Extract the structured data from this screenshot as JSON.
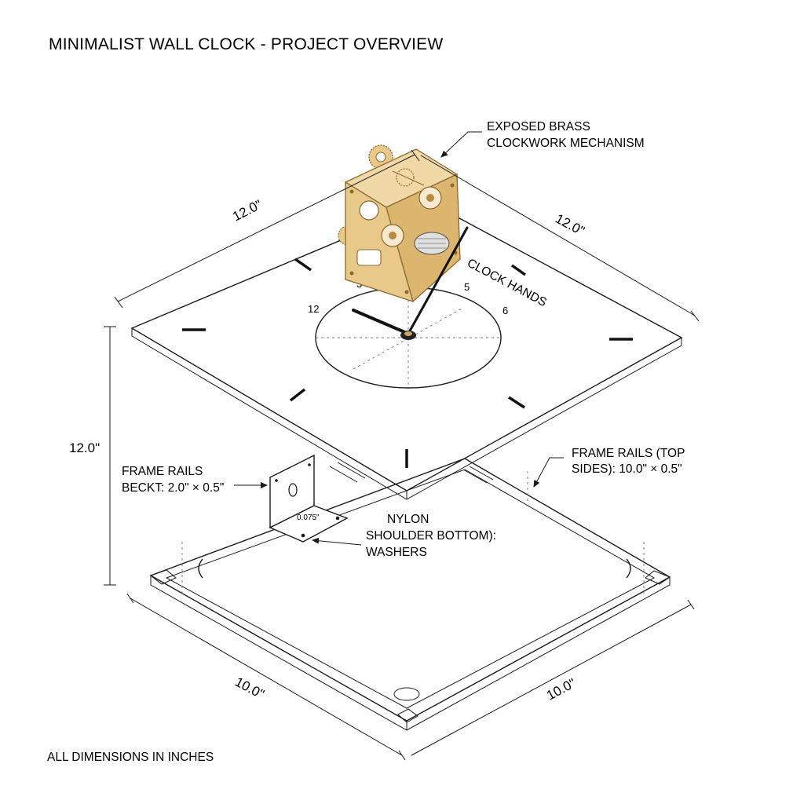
{
  "title": "MINIMALIST WALL CLOCK - PROJECT OVERVIEW",
  "footer": "ALL DIMENSIONS IN INCHES",
  "labels": {
    "mechanism_line1": "EXPOSED BRASS",
    "mechanism_line2": "CLOCKWORK MECHANISM",
    "hands": "CLOCK HANDS",
    "bracket_line1": "FRAME RAILS",
    "bracket_line2": "BECKT: 2.0\" × 0.5\"",
    "bracket_thickness": "0.075\"",
    "washers_line1": "NYLON",
    "washers_line2": "SHOULDER BOTTOM):",
    "washers_line3": "WASHERS",
    "rails_line1": "FRAME RAILS (TOP",
    "rails_line2": "SIDES): 10.0\" × 0.5\""
  },
  "dimensions": {
    "face_left": "12.0\"",
    "face_right": "12.0\"",
    "height": "12.0\"",
    "frame_left": "10.0\"",
    "frame_right": "10.0\""
  },
  "dial_numbers": {
    "twelve": "12",
    "three": "3",
    "five": "5",
    "six": "6"
  },
  "colors": {
    "brass": "#e9c98a",
    "brass_dark": "#b48a3e",
    "ink": "#1a1a1a"
  }
}
